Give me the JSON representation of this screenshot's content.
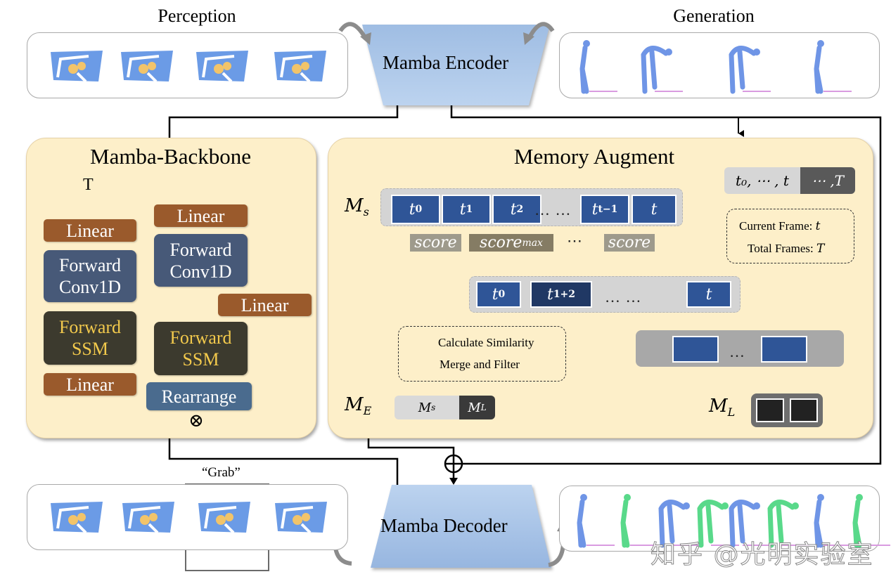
{
  "titles": {
    "perception": "Perception",
    "generation": "Generation",
    "encoder": "Mamba Encoder",
    "decoder": "Mamba Decoder",
    "grab_label": "“Grab”"
  },
  "backbone": {
    "title": "Mamba-Backbone",
    "input_label": "T",
    "left_column": [
      {
        "label": "Linear",
        "kind": "linear"
      },
      {
        "label": "Forward\nConv1D",
        "kind": "conv"
      },
      {
        "label": "Forward\nSSM",
        "kind": "ssm"
      },
      {
        "label": "Linear",
        "kind": "linear"
      }
    ],
    "right_column": [
      {
        "label": "Linear",
        "kind": "linear"
      },
      {
        "label": "Forward\nConv1D",
        "kind": "conv"
      },
      {
        "label": "Forward\nSSM",
        "kind": "ssm"
      },
      {
        "label": "Rearrange",
        "kind": "rearrange"
      }
    ],
    "gate_linear": "Linear",
    "multiply_symbol": "⊗"
  },
  "memory": {
    "title": "Memory Augment",
    "ms_label": "M",
    "ms_sub": "s",
    "me_label": "M",
    "me_sub": "E",
    "ml_label": "M",
    "ml_sub": "L",
    "frame_seq": {
      "visible": "t₀, ⋯ , t",
      "rest": "⋯ ,T"
    },
    "short_tokens": [
      {
        "base": "t",
        "sub": "0"
      },
      {
        "base": "t",
        "sub": "1"
      },
      {
        "base": "t",
        "sub": "2"
      },
      {
        "base": "t",
        "sub": "t−1"
      },
      {
        "base": "t",
        "sub": ""
      }
    ],
    "short_dots": "… …",
    "scores": [
      {
        "base": "score",
        "sub": ""
      },
      {
        "base": "score",
        "sub": "max"
      },
      {
        "base": "score",
        "sub": ""
      }
    ],
    "score_dots": "⋯",
    "merged_tokens": [
      {
        "base": "t",
        "sub": "0"
      },
      {
        "base": "t",
        "sub": "1+2"
      },
      {
        "base": "t",
        "sub": ""
      }
    ],
    "merged_dots": "… …",
    "filtered_dots": "…",
    "info": {
      "current": "Current Frame: ",
      "current_var": "t",
      "total": "Total Frames: ",
      "total_var": "T"
    },
    "legend": {
      "similarity": "Calculate Similarity",
      "merge": "Merge and Filter"
    },
    "concat": {
      "left": "M",
      "left_sub": "s",
      "right": "M",
      "right_sub": "L"
    }
  },
  "plus_symbol": "⊕",
  "watermark": "知乎 @光明实验室",
  "colors": {
    "cream": "#fdefc9",
    "linear": "#9a5a2c",
    "conv": "#475978",
    "ssm": "#3c3a2e",
    "ssm_text": "#f2c94c",
    "token": "#2f5597",
    "token_dark": "#203864",
    "trapezoid": "#a9c4e6"
  }
}
